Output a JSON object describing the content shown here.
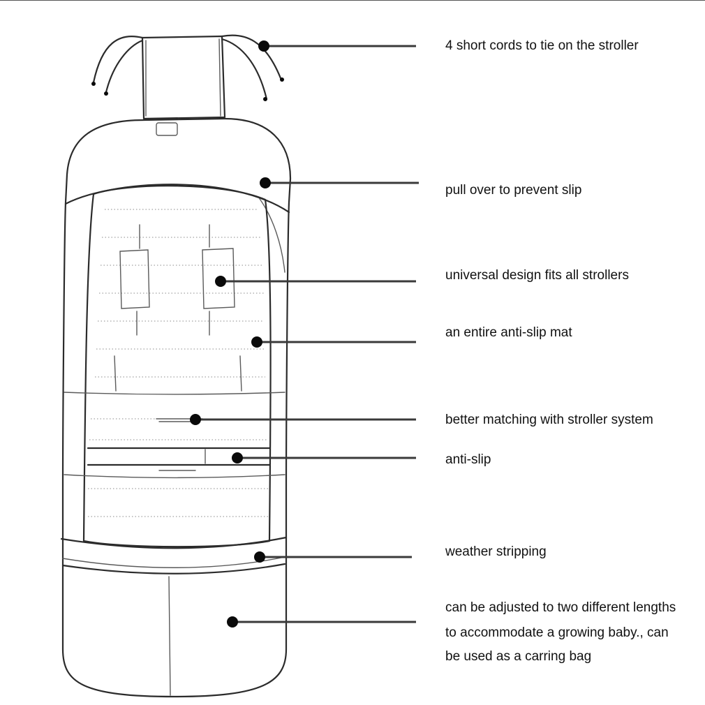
{
  "callouts": [
    {
      "id": "cords",
      "text": "4 short cords to tie on the stroller"
    },
    {
      "id": "pull-over",
      "text": "pull over to prevent slip"
    },
    {
      "id": "universal",
      "text": "universal design fits all strollers"
    },
    {
      "id": "mat",
      "text": "an entire anti-slip mat"
    },
    {
      "id": "matching",
      "text": "better matching with stroller system"
    },
    {
      "id": "anti-slip",
      "text": "anti-slip"
    },
    {
      "id": "weather",
      "text": "weather stripping"
    },
    {
      "id": "lengths",
      "lines": [
        "can be adjusted to two different lengths",
        "to accommodate a growing baby., can",
        "be used as a carring bag"
      ]
    }
  ],
  "colors": {
    "background": "#ffffff",
    "sketch": "#2b2b2b",
    "leader": "#3a3a3a",
    "pin": "#0a0a0a",
    "text": "#111111"
  }
}
